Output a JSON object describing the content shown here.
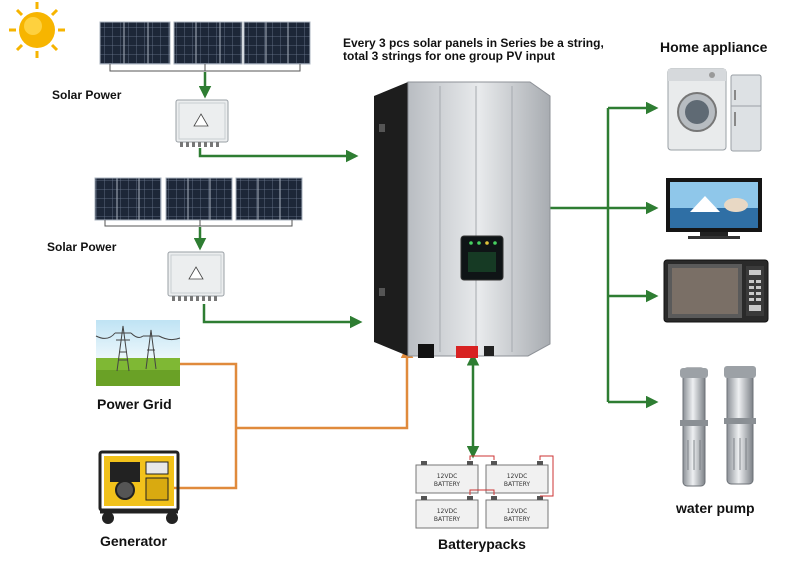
{
  "note": {
    "line1": "Every 3 pcs solar panels in Series be a string,",
    "line2": "total 3 strings for one group PV input"
  },
  "labels": {
    "solar_power_1": "Solar Power",
    "solar_power_2": "Solar Power",
    "power_grid": "Power Grid",
    "generator": "Generator",
    "batterypacks": "Batterypacks",
    "home_appliance": "Home appliance",
    "water_pump": "water pump"
  },
  "battery_labels": {
    "voltage": "12VDC",
    "name": "BATTERY"
  },
  "colors": {
    "dc_arrow": "#2e7d32",
    "ac_arrow": "#e08a3c",
    "inverter_body": "#cfd2d6",
    "sun": "#f6b400"
  },
  "icons": {
    "sun": "sun-icon",
    "panel": "solar-panel-icon",
    "combiner": "combiner-box-icon",
    "grid": "power-grid-icon",
    "generator": "generator-icon",
    "inverter": "inverter-icon",
    "battery": "battery-icon",
    "appliances": [
      "washing-machine-icon",
      "refrigerator-icon",
      "television-icon",
      "microwave-icon",
      "water-pump-icon"
    ]
  }
}
